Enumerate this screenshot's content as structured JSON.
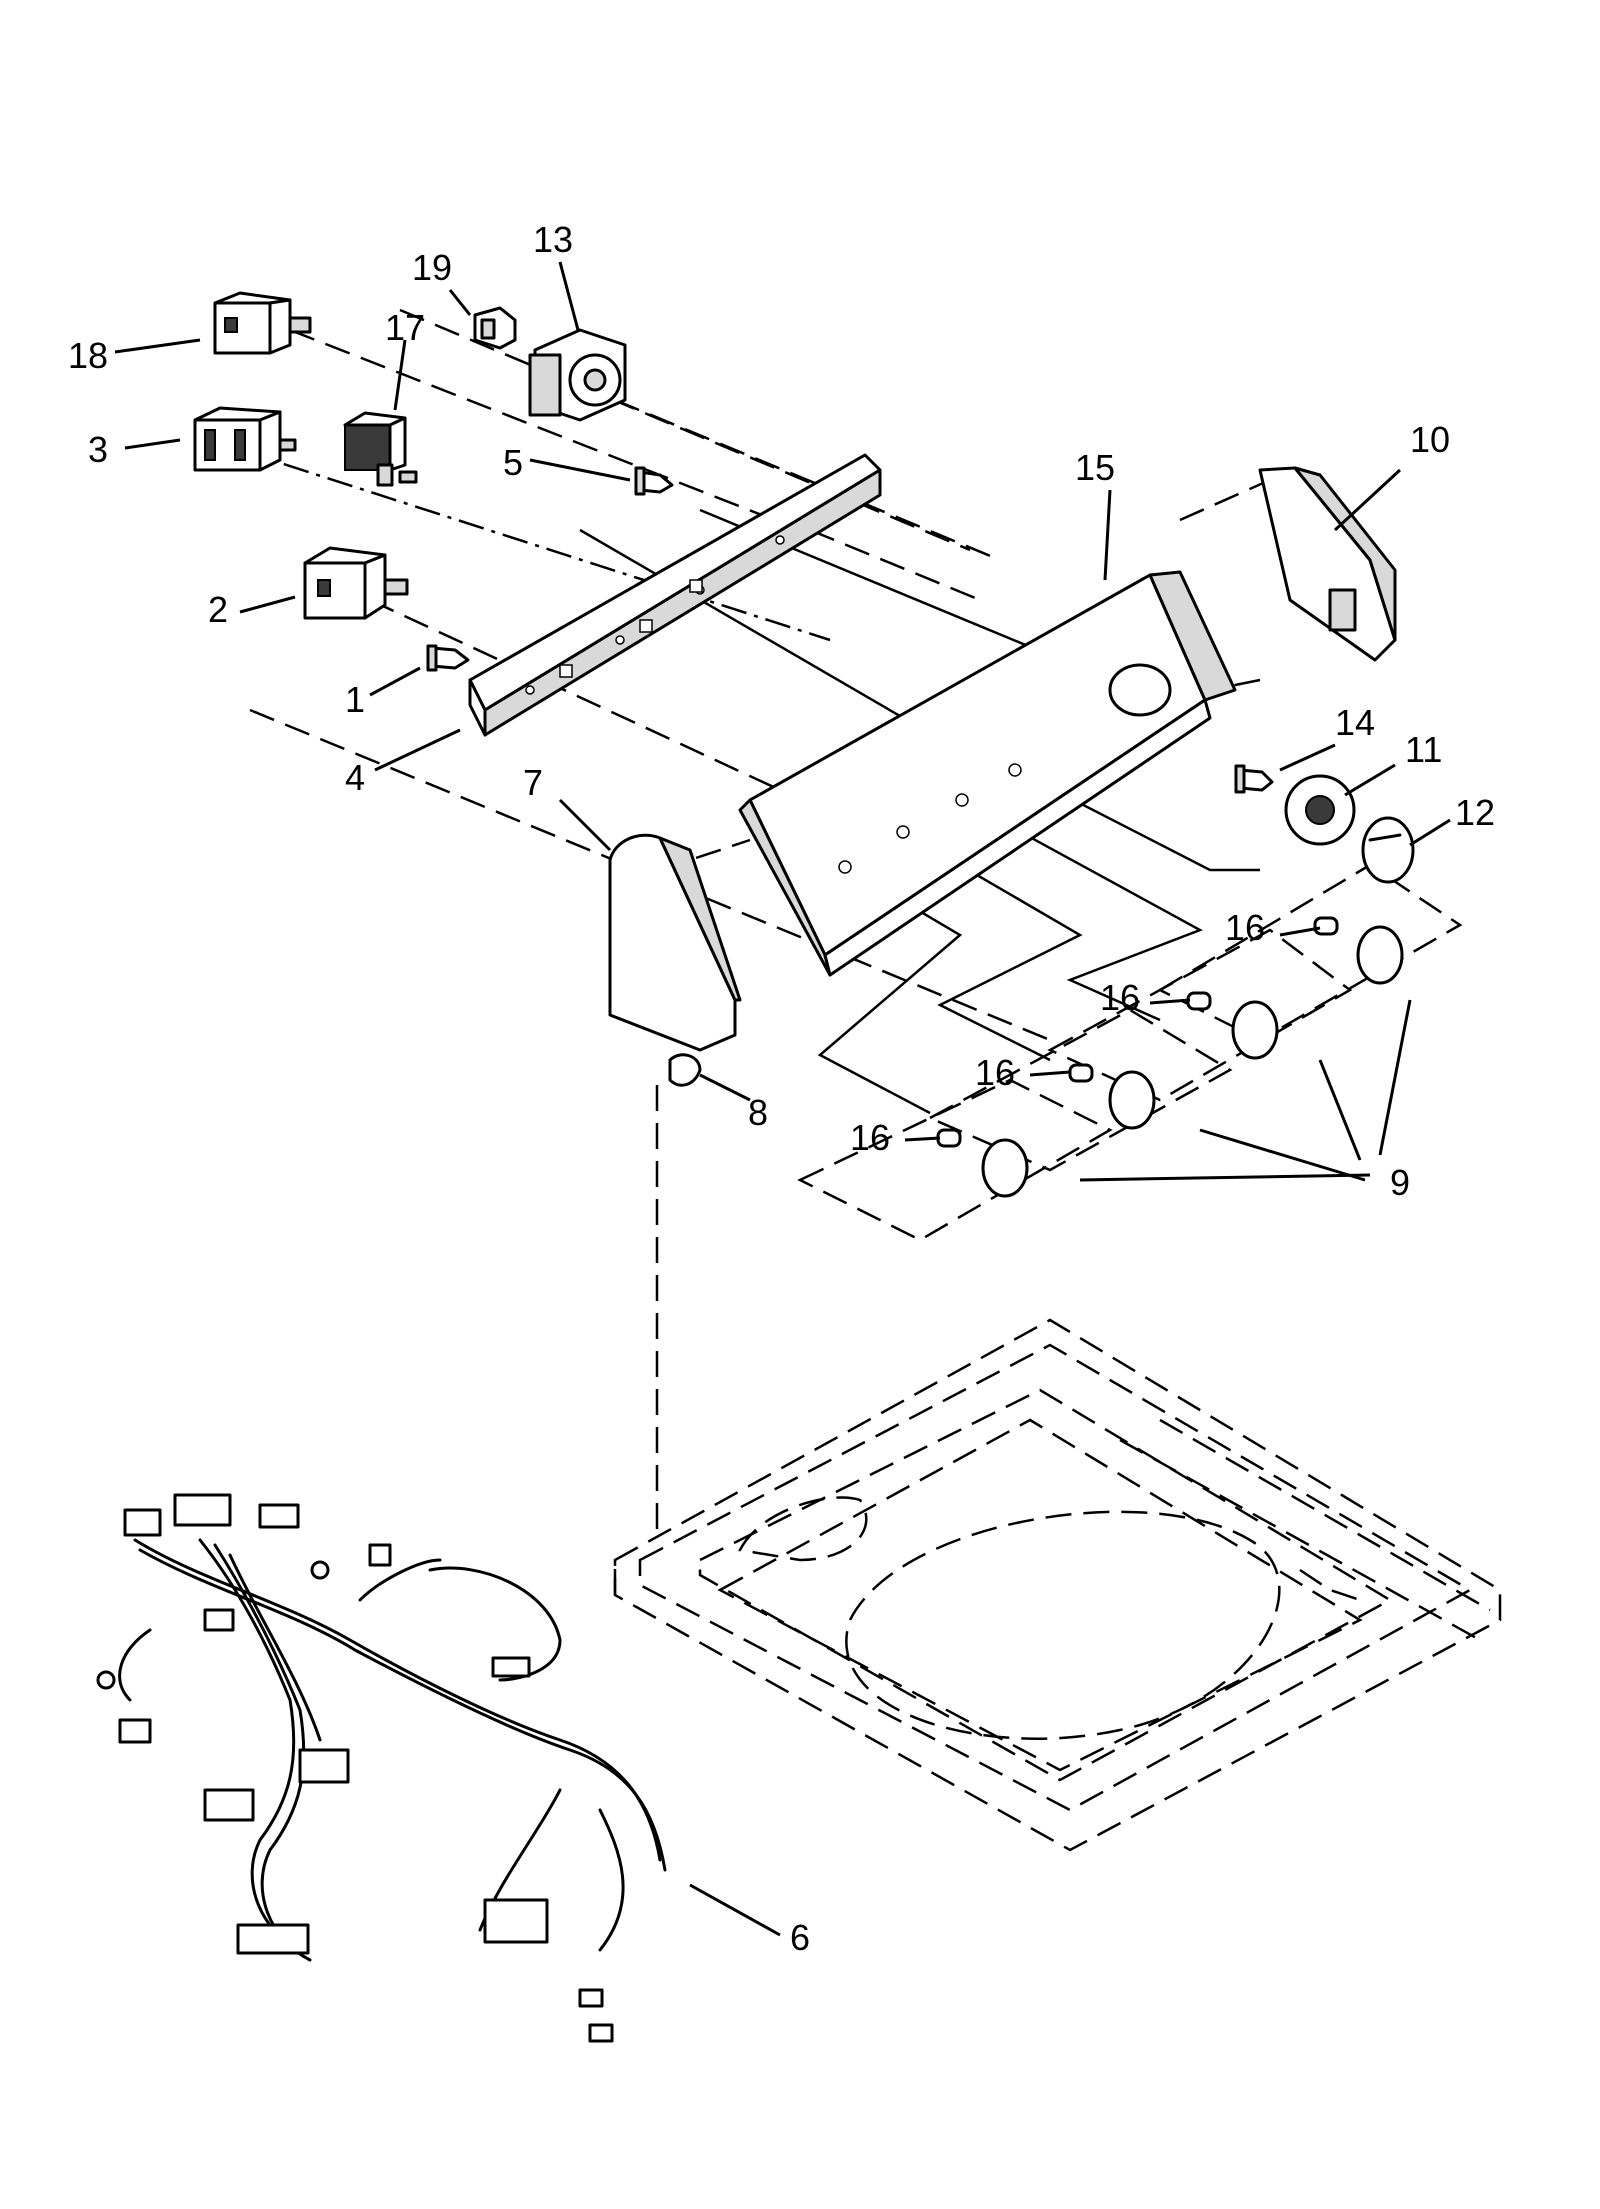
{
  "callouts": [
    {
      "id": "c18",
      "label": "18"
    },
    {
      "id": "c3",
      "label": "3"
    },
    {
      "id": "c2",
      "label": "2"
    },
    {
      "id": "c1",
      "label": "1"
    },
    {
      "id": "c4",
      "label": "4"
    },
    {
      "id": "c19",
      "label": "19"
    },
    {
      "id": "c13",
      "label": "13"
    },
    {
      "id": "c17",
      "label": "17"
    },
    {
      "id": "c5",
      "label": "5"
    },
    {
      "id": "c15",
      "label": "15"
    },
    {
      "id": "c10",
      "label": "10"
    },
    {
      "id": "c14",
      "label": "14"
    },
    {
      "id": "c11",
      "label": "11"
    },
    {
      "id": "c12",
      "label": "12"
    },
    {
      "id": "c7",
      "label": "7"
    },
    {
      "id": "c16a",
      "label": "16"
    },
    {
      "id": "c16b",
      "label": "16"
    },
    {
      "id": "c16c",
      "label": "16"
    },
    {
      "id": "c16d",
      "label": "16"
    },
    {
      "id": "c8",
      "label": "8"
    },
    {
      "id": "c9",
      "label": "9"
    },
    {
      "id": "c6",
      "label": "6"
    }
  ]
}
